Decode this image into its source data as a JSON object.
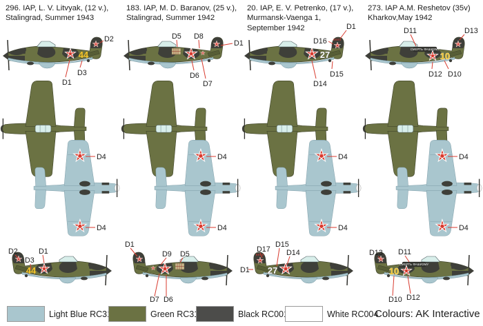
{
  "colors": {
    "background": "#ffffff",
    "olive_green": "#6b7243",
    "camo_dark": "#3e3f39",
    "underside_blue": "#a9c6ce",
    "star_red": "#d83a2e",
    "number_yellow": "#f2c52e",
    "canopy_glass": "#d8eeea",
    "kill_patch_tan": "#c9ba8d",
    "callout_line": "#d83a2e",
    "text": "#1c1c1c"
  },
  "columns": [
    {
      "header": "296. IAP, L. V. Litvyak, (12 v.),\nStalingrad, Summer 1943",
      "tactical_number": "44",
      "side_top": {
        "callouts": [
          "D2",
          "D3",
          "D1"
        ]
      },
      "underside": {
        "wing_star_callouts": [
          "D4",
          "D4"
        ]
      },
      "side_bottom": {
        "callouts": [
          "D2",
          "D3",
          "D1"
        ]
      }
    },
    {
      "header": "183. IAP, M. D. Baranov, (25 v.),\nStalingrad, Summer 1942",
      "side_top": {
        "callouts": [
          "D5",
          "D8",
          "D1",
          "D6",
          "D7"
        ]
      },
      "underside": {
        "wing_star_callouts": [
          "D4",
          "D4"
        ]
      },
      "side_bottom": {
        "callouts": [
          "D1",
          "D9",
          "D5",
          "D7",
          "D6"
        ]
      }
    },
    {
      "header": "20. IAP, E. V. Petrenko, (17 v.),\nMurmansk-Vaenga 1,\nSeptember 1942",
      "tactical_number": "27",
      "side_top": {
        "callouts": [
          "D1",
          "D16",
          "D15",
          "D14"
        ]
      },
      "underside": {
        "wing_star_callouts": [
          "D4",
          "D4"
        ]
      },
      "side_bottom": {
        "callouts": [
          "D1",
          "D17",
          "D15",
          "D14"
        ]
      }
    },
    {
      "header": "273. IAP A.M. Reshetov (35v)\nKharkov,May 1942",
      "tactical_number": "10",
      "slogan": "СМЕРТЬ ФАШИЗМУ",
      "side_top": {
        "callouts": [
          "D11",
          "D13",
          "D12",
          "D10"
        ]
      },
      "underside": {
        "wing_star_callouts": [
          "D4",
          "D4"
        ]
      },
      "side_bottom": {
        "callouts": [
          "D13",
          "D11",
          "D10",
          "D12"
        ]
      }
    }
  ],
  "legend": {
    "items": [
      {
        "label": "Light Blue RC316",
        "color": "#a9c6ce"
      },
      {
        "label": "Green RC315",
        "color": "#6b7243"
      },
      {
        "label": "Black RC001",
        "color": "#4c4c4a"
      },
      {
        "label": "White RC004",
        "color": "#ffffff"
      }
    ],
    "credit": "Colours: AK Interactive"
  }
}
